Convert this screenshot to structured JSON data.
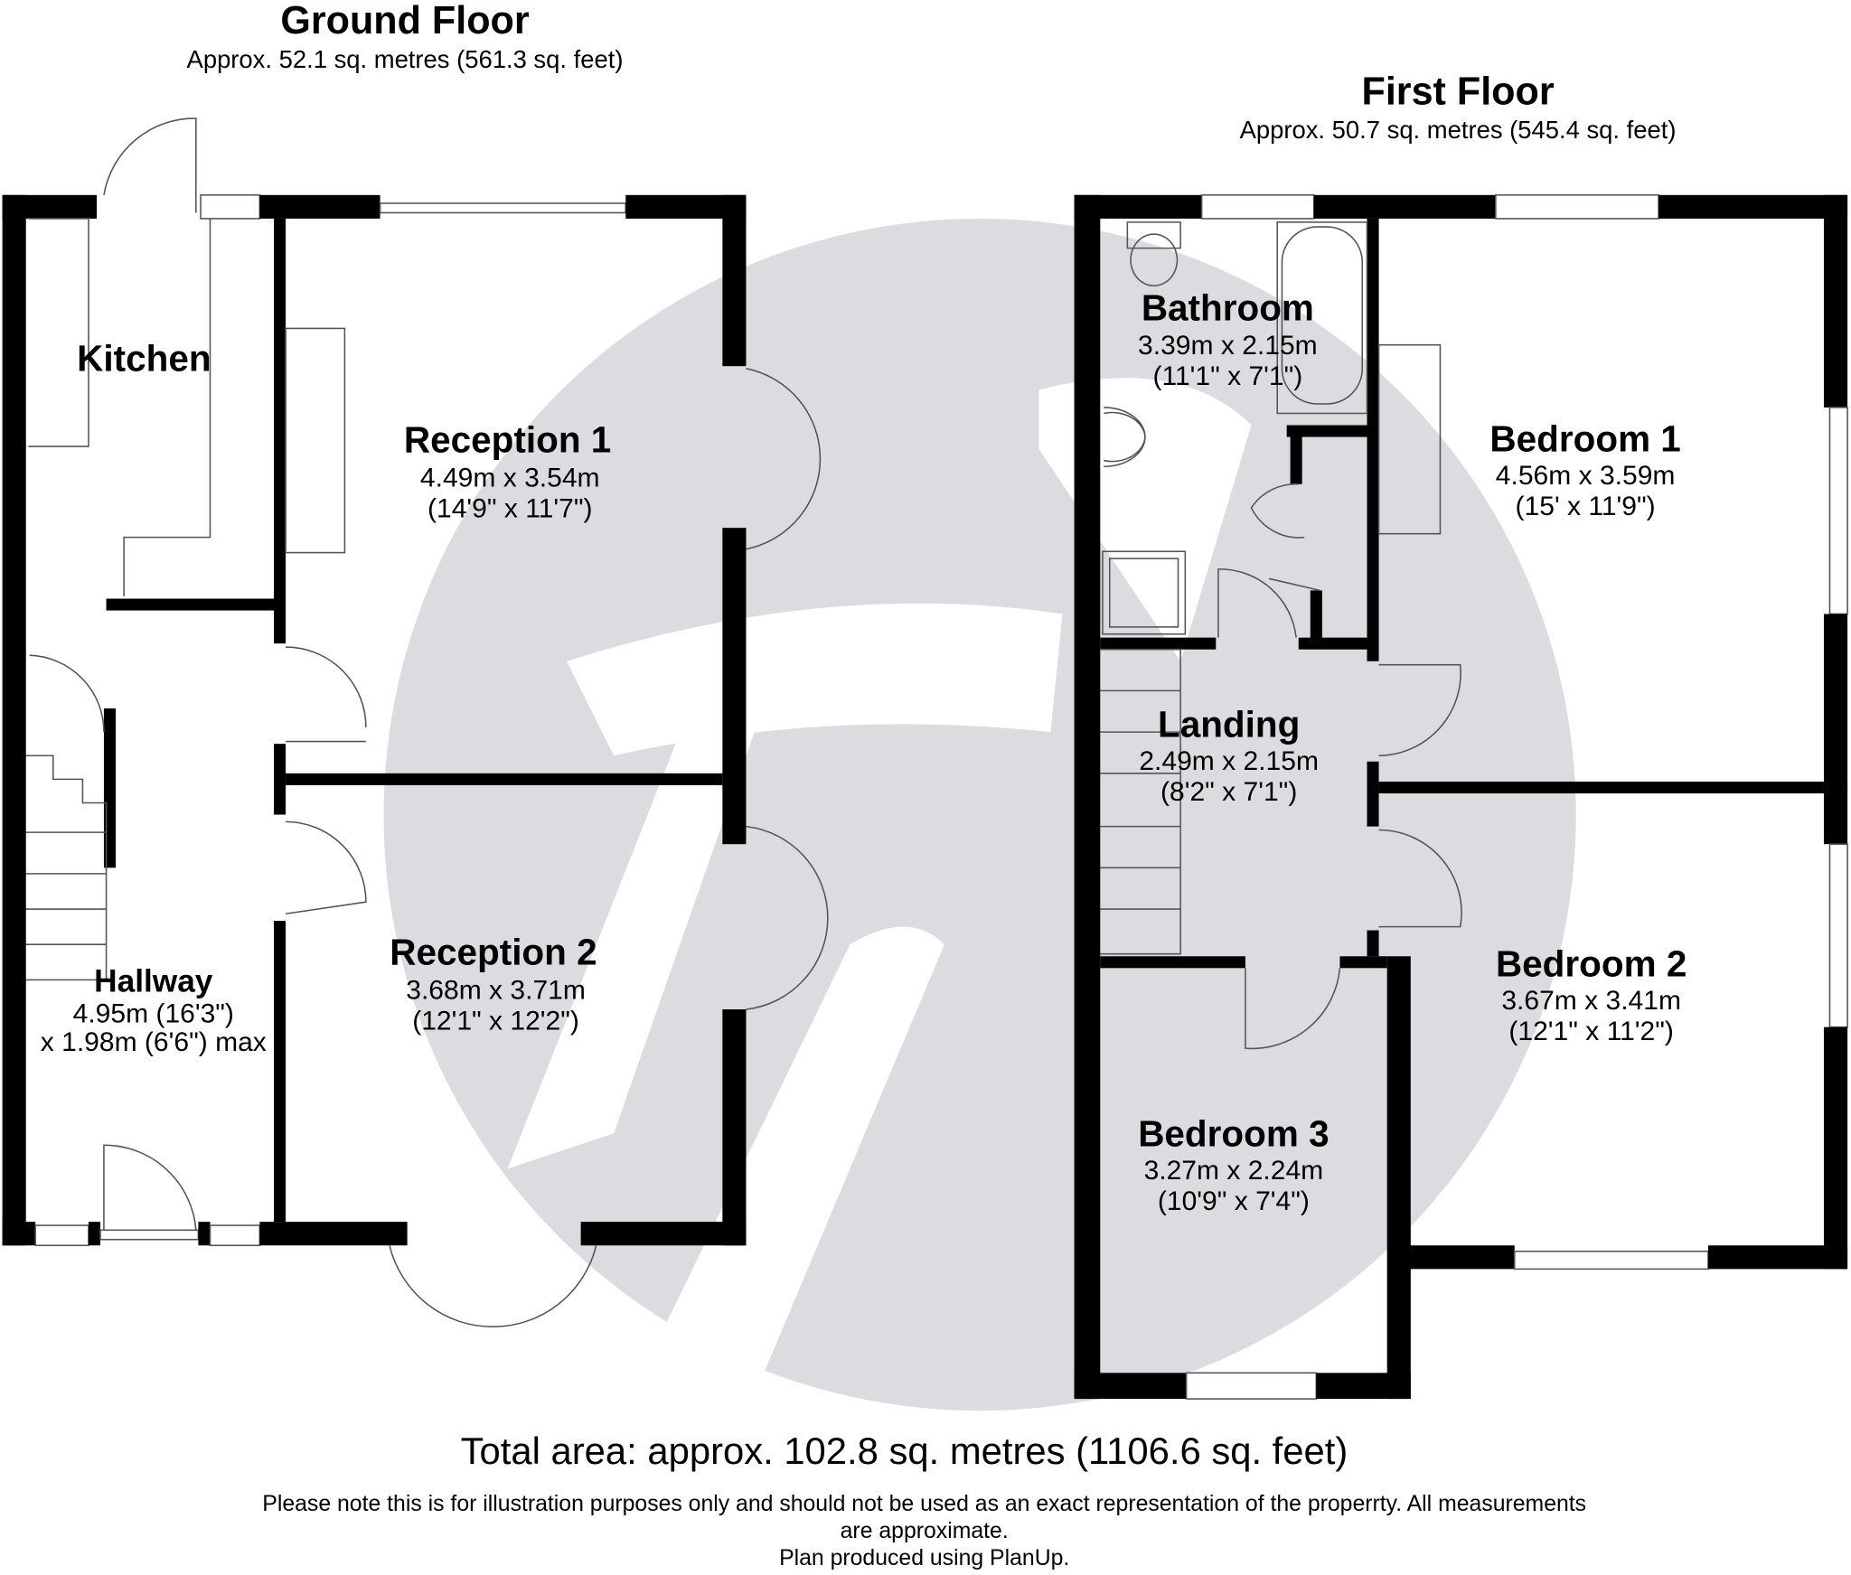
{
  "ground_floor": {
    "title": "Ground Floor",
    "area": "Approx. 52.1 sq. metres (561.3 sq. feet)",
    "rooms": [
      {
        "name": "Kitchen",
        "dim_m": "",
        "dim_ft": ""
      },
      {
        "name": "Reception 1",
        "dim_m": "4.49m x 3.54m",
        "dim_ft": "(14'9\" x 11'7\")"
      },
      {
        "name": "Reception 2",
        "dim_m": "3.68m x 3.71m",
        "dim_ft": "(12'1\" x 12'2\")"
      },
      {
        "name": "Hallway",
        "dim_m": "4.95m (16'3\")",
        "dim_ft": "x 1.98m (6'6\") max"
      }
    ]
  },
  "first_floor": {
    "title": "First Floor",
    "area": "Approx. 50.7 sq. metres (545.4 sq. feet)",
    "rooms": [
      {
        "name": "Bathroom",
        "dim_m": "3.39m x 2.15m",
        "dim_ft": "(11'1\" x 7'1\")"
      },
      {
        "name": "Bedroom 1",
        "dim_m": "4.56m x 3.59m",
        "dim_ft": "(15' x 11'9\")"
      },
      {
        "name": "Landing",
        "dim_m": "2.49m x 2.15m",
        "dim_ft": "(8'2\" x 7'1\")"
      },
      {
        "name": "Bedroom 2",
        "dim_m": "3.67m x 3.41m",
        "dim_ft": "(12'1\" x 11'2\")"
      },
      {
        "name": "Bedroom 3",
        "dim_m": "3.27m x 2.24m",
        "dim_ft": "(10'9\" x 7'4\")"
      }
    ]
  },
  "footer": {
    "total": "Total area: approx. 102.8 sq. metres (1106.6 sq. feet)",
    "note_line1": "Please note this is for illustration purposes only and should not be used as an exact representation of the properrty. All measurements",
    "note_line2": "are approximate.",
    "credit": "Plan produced using PlanUp."
  },
  "colors": {
    "wall": "#000000",
    "watermark": "#dcdce0"
  }
}
